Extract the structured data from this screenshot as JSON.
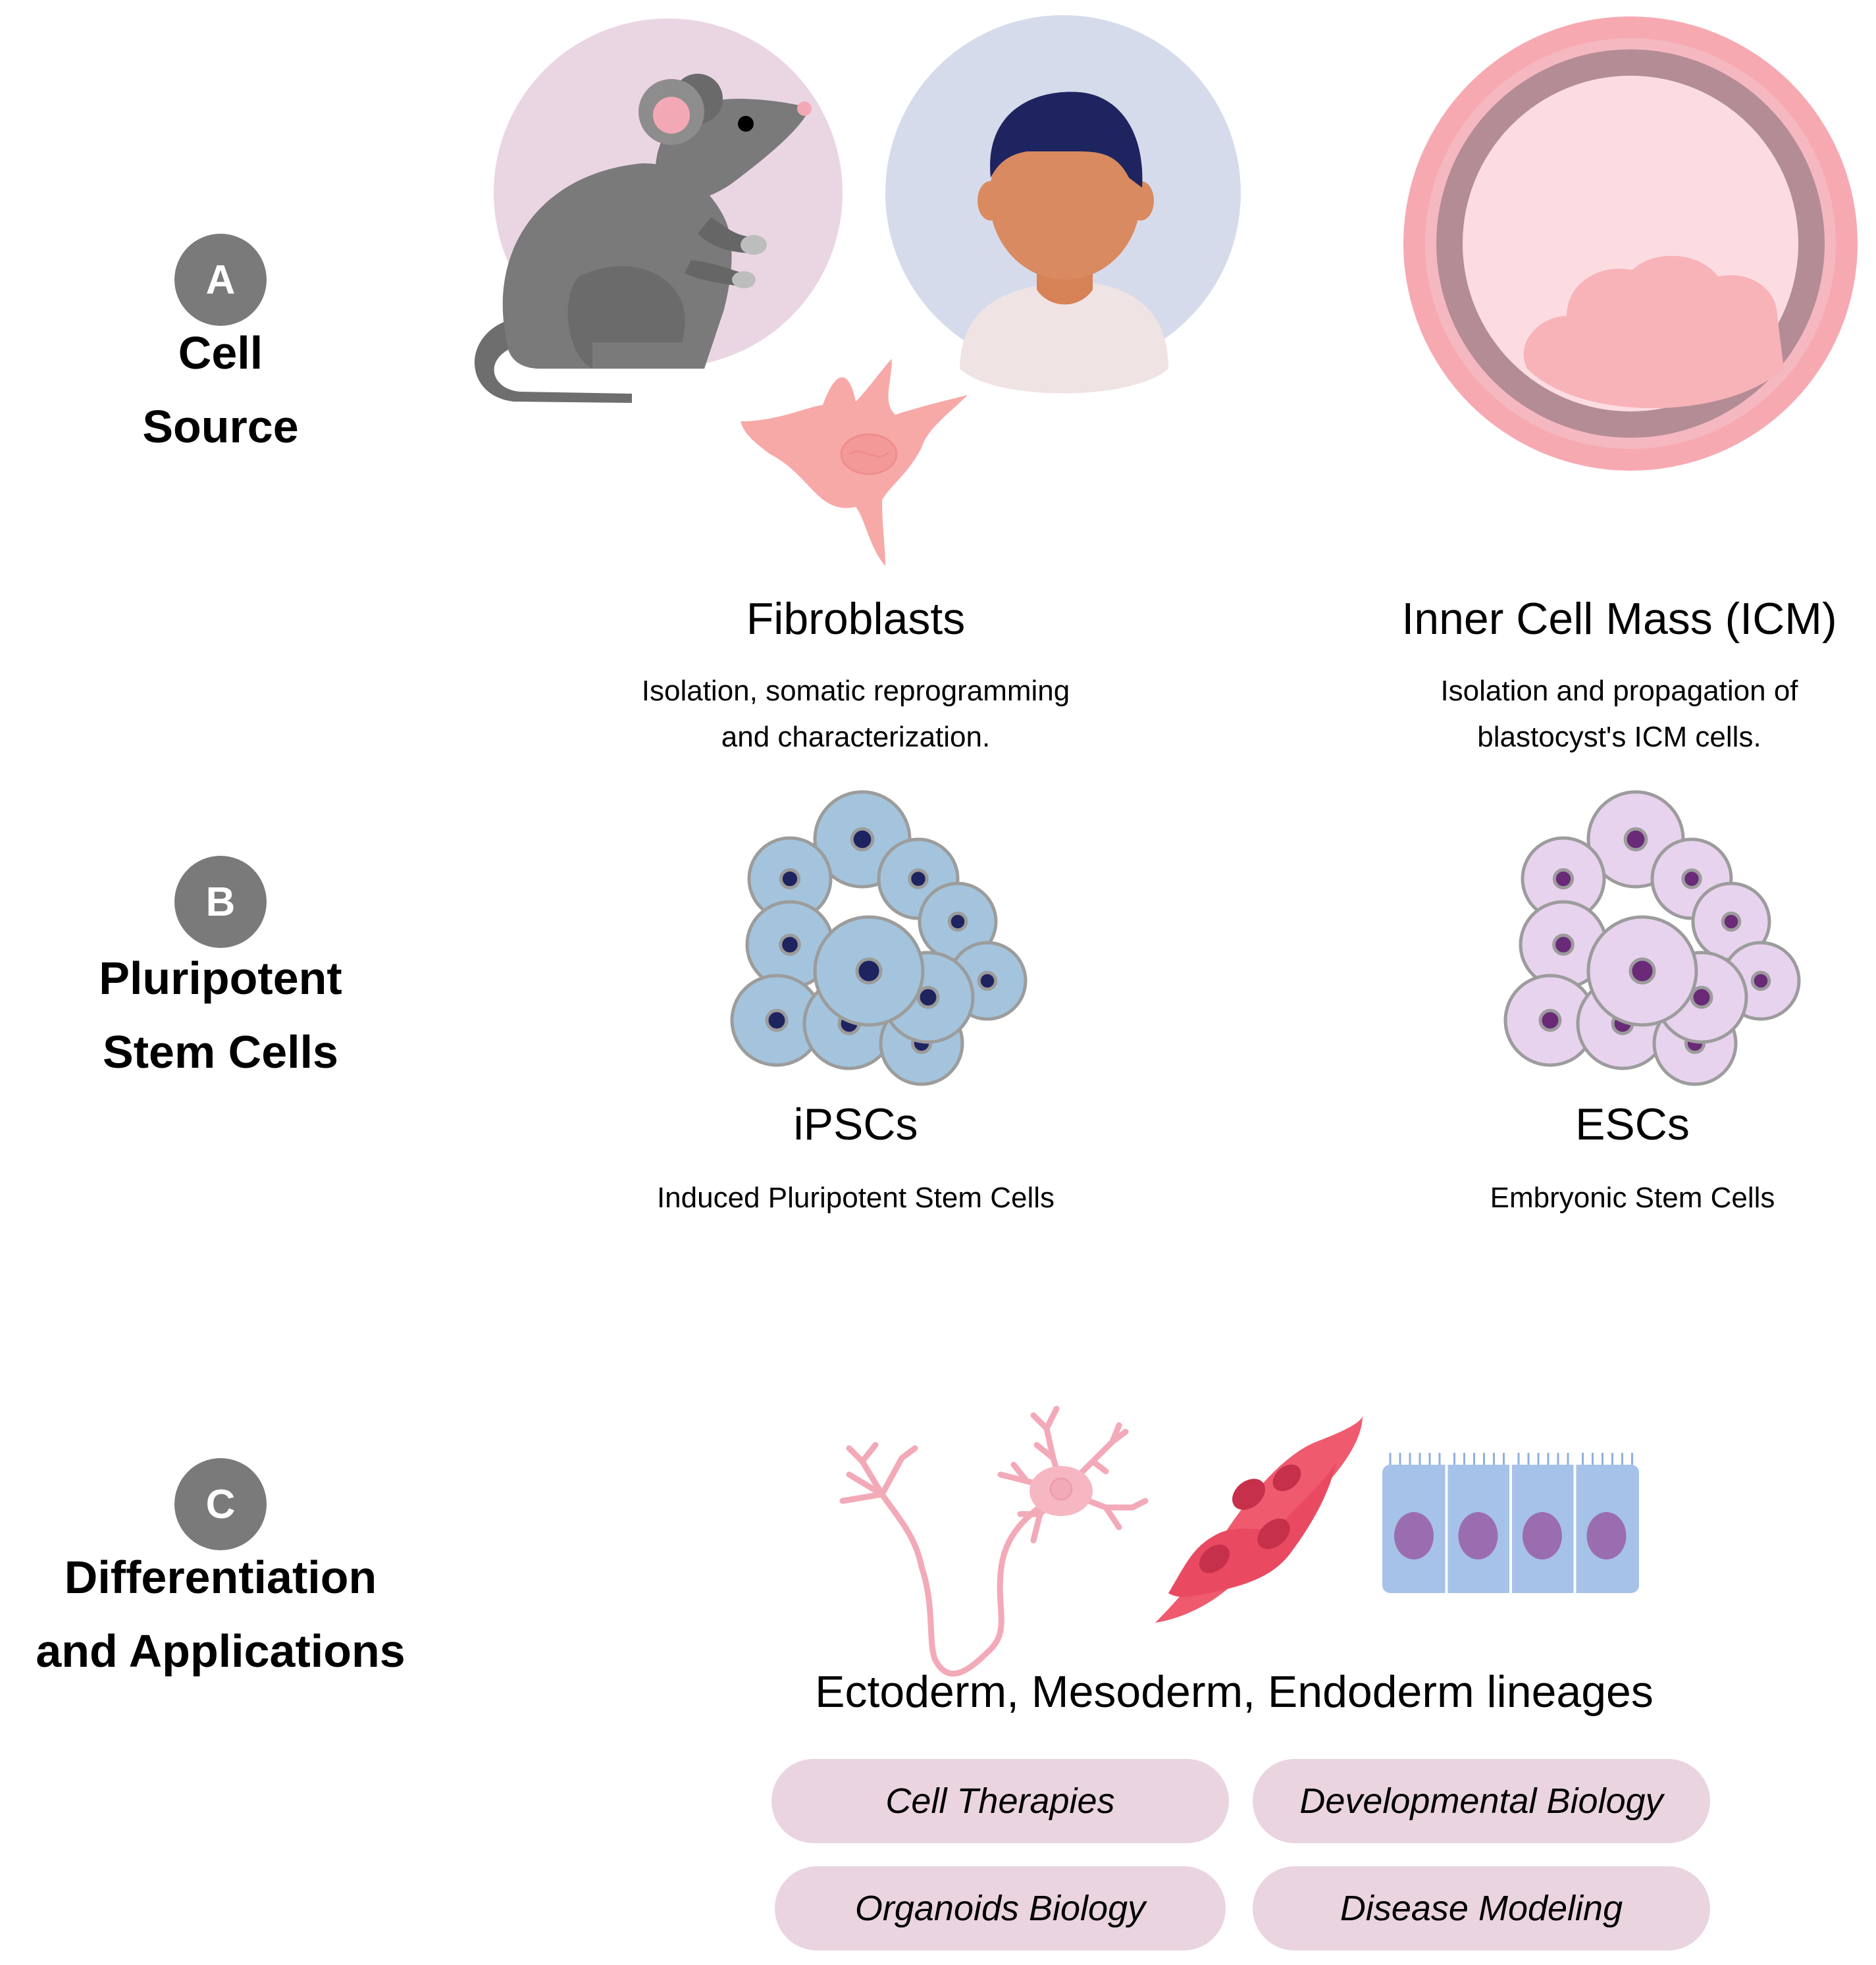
{
  "sections": {
    "a": {
      "badge": "A",
      "title_line1": "Cell",
      "title_line2": "Source"
    },
    "b": {
      "badge": "B",
      "title_line1": "Pluripotent",
      "title_line2": "Stem Cells"
    },
    "c": {
      "badge": "C",
      "title_line1": "Differentiation",
      "title_line2": "and Applications"
    }
  },
  "cell_source": {
    "fibroblasts": {
      "name": "Fibroblasts",
      "desc_line1": "Isolation, somatic reprogramming",
      "desc_line2": "and characterization."
    },
    "icm": {
      "name": "Inner Cell Mass (ICM)",
      "desc_line1": "Isolation and propagation of",
      "desc_line2": "blastocyst's ICM cells."
    }
  },
  "stem_cells": {
    "ipsc": {
      "name": "iPSCs",
      "desc": "Induced Pluripotent Stem Cells"
    },
    "esc": {
      "name": "ESCs",
      "desc": "Embryonic Stem Cells"
    }
  },
  "differentiation": {
    "lineages": "Ectoderm, Mesoderm, Endoderm lineages",
    "applications": [
      "Cell Therapies",
      "Developmental Biology",
      "Organoids Biology",
      "Disease Modeling"
    ]
  },
  "colors": {
    "badge": "#7a7a7a",
    "pill": "#ead4e0",
    "ipsc_fill": "#a3c4dc",
    "esc_fill": "#e8d3ef",
    "fibroblast": "#f7a9a8",
    "neuron": "#f3aab8",
    "muscle": "#ef5a6f",
    "epithelium": "#a6c2e9"
  }
}
